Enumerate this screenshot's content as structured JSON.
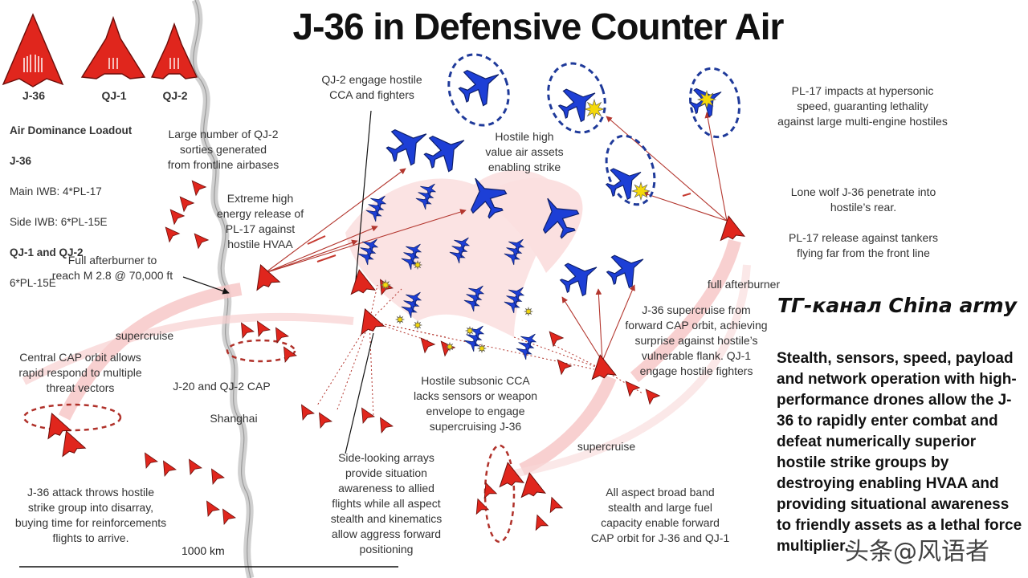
{
  "title": "J-36 in Defensive Counter Air",
  "legend_aircraft": [
    {
      "label": "J-36"
    },
    {
      "label": "QJ-1"
    },
    {
      "label": "QJ-2"
    }
  ],
  "loadout": {
    "heading": "Air Dominance Loadout",
    "j36_heading": "J-36",
    "main_iwb": "Main IWB: 4*PL-17",
    "side_iwb": "Side IWB: 6*PL-15E",
    "qj_heading": "QJ-1 and QJ-2",
    "qj_weapons": "6*PL-15E"
  },
  "annotations": {
    "qj2_sorties": "Large number of QJ-2\nsorties generated\nfrom frontline airbases",
    "extreme_energy": "Extreme high\nenergy release of\nPL-17 against\nhostile HVAA",
    "full_afterburner_reach": "Full afterburner to\nreach M 2.8 @ 70,000 ft",
    "supercruise_left": "supercruise",
    "central_cap": "Central CAP orbit allows\nrapid respond to multiple\nthreat vectors",
    "j20_cap": "J-20 and QJ-2 CAP",
    "shanghai": "Shanghai",
    "disarray": "J-36 attack throws hostile\nstrike group into disarray,\nbuying time for reinforcements\nflights to arrive.",
    "scale": "1000 km",
    "qj2_engage": "QJ-2 engage hostile\nCCA and fighters",
    "hostile_hv": "Hostile high\nvalue air assets\nenabling strike",
    "pl17_impacts": "PL-17 impacts at hypersonic\nspeed, guaranting lethality\nagainst large multi-engine hostiles",
    "lone_wolf": "Lone wolf J-36 penetrate into\nhostile’s rear.",
    "pl17_tankers": "PL-17 release against tankers\nflying far from the front line",
    "full_afterburner_right": "full afterburner",
    "j36_supercruise": "J-36 supercruise from\nforward CAP orbit, achieving\nsurprise against hostile’s\nvulnerable flank. QJ-1\nengage hostile fighters",
    "subsonic_cca": "Hostile subsonic CCA\nlacks sensors or weapon\nenvelope to engage\nsupercruising J-36",
    "side_looking": "Side-looking arrays\nprovide situation\nawareness to allied\nflights while all aspect\nstealth and kinematics\nallow aggress forward\npositioning",
    "supercruise_bottom": "supercruise",
    "broad_band": "All aspect broad band\nstealth and large fuel\ncapacity enable forward\nCAP orbit for J-36 and QJ-1"
  },
  "channel": "ТГ-канал China army",
  "summary": "Stealth, sensors, speed, payload and network operation with high-performance drones allow the J-36 to rapidly enter combat and defeat numerically superior hostile strike groups by destroying enabling HVAA and providing situational awareness to friendly assets as a lethal force multiplier.",
  "watermark": "头条@风语者",
  "colors": {
    "friendly": "#e0261d",
    "hostile": "#1d3fd6",
    "orbit": "#b0312a",
    "arrow_light": "#f6b7b7",
    "zone": "#fbe0e0",
    "burst": "#f5d90a"
  }
}
